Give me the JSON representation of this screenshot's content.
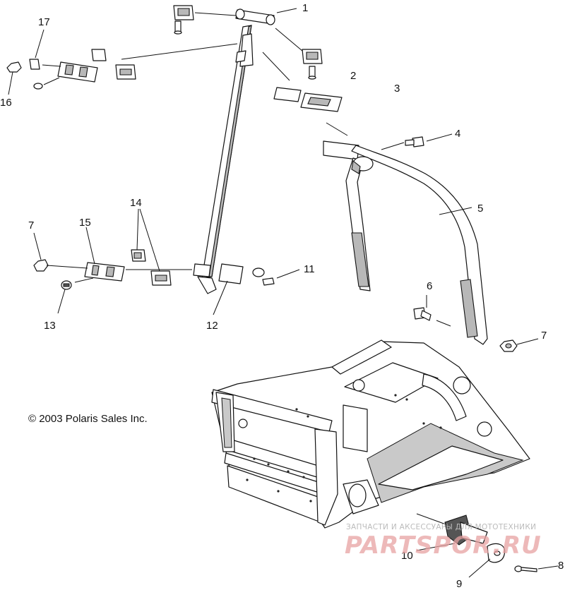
{
  "callouts": {
    "c1": "1",
    "c2": "2",
    "c3": "3",
    "c4": "4",
    "c5": "5",
    "c6": "6",
    "c7a": "7",
    "c7b": "7",
    "c8": "8",
    "c9": "9",
    "c10": "10",
    "c11": "11",
    "c12": "12",
    "c13": "13",
    "c14": "14",
    "c15": "15",
    "c16": "16",
    "c17": "17"
  },
  "copyright": "© 2003 Polaris Sales Inc.",
  "watermark": {
    "tagline": "ЗАПЧАСТИ И АКСЕССУАРЫ ДЛЯ МОТОТЕХНИКИ",
    "logo": "PARTSPOR.RU"
  },
  "colors": {
    "line": "#111111",
    "watermark_logo": "#e7a1a1",
    "watermark_text": "#bbbbbb"
  }
}
